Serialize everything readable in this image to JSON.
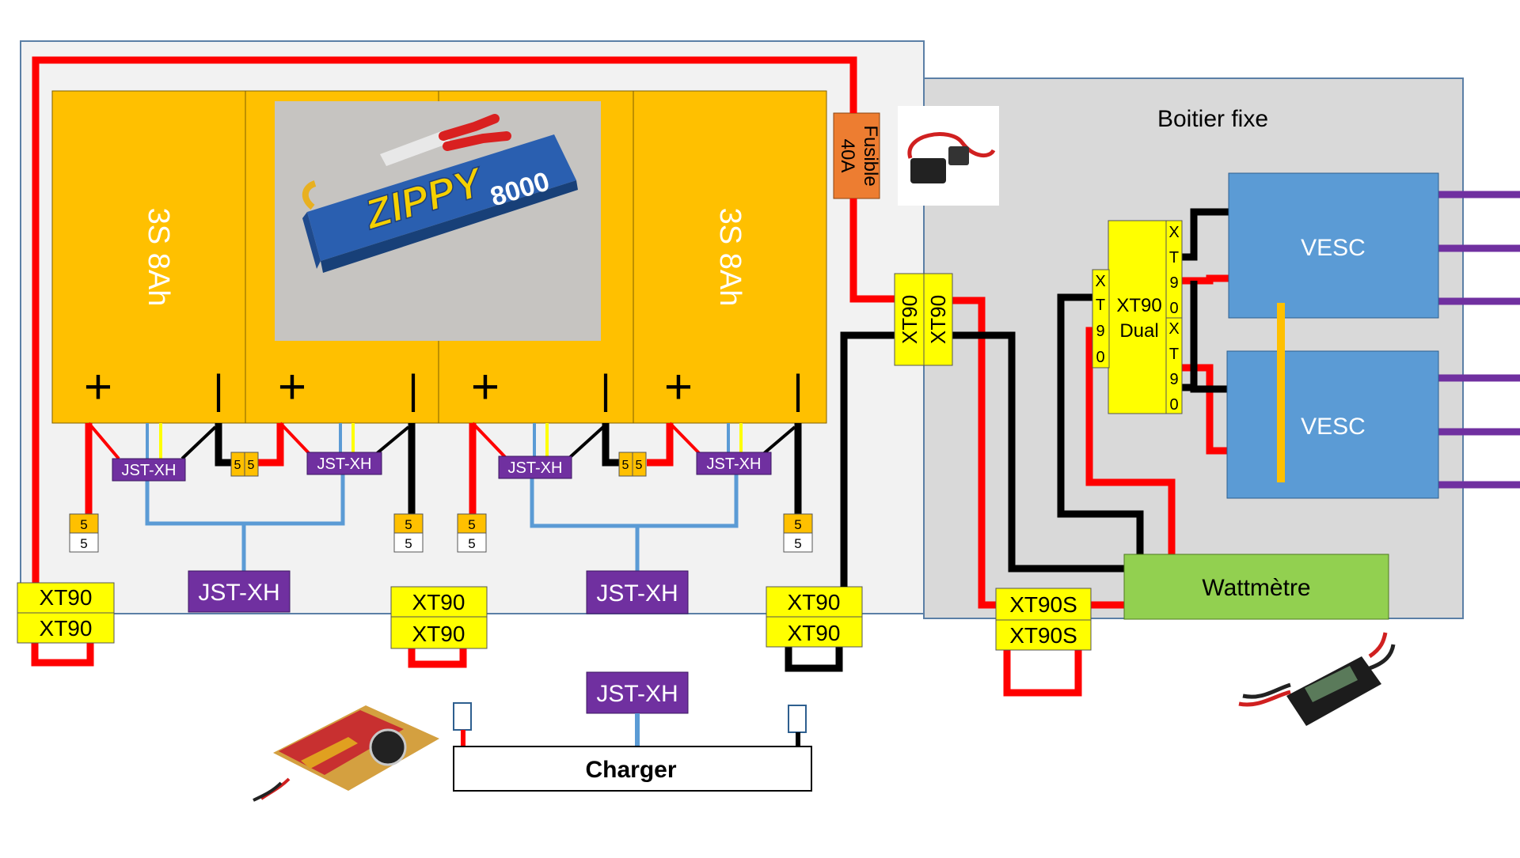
{
  "colors": {
    "battery": "#ffc000",
    "wire_pos": "#ff0000",
    "wire_neg": "#000000",
    "wire_balance": "#5b9bd5",
    "jst": "#7030a0",
    "connector": "#ffff00",
    "vesc": "#5b9bd5",
    "wattmeter": "#92d050",
    "fuse": "#ed7d31",
    "motor_phase": "#7030a0",
    "pack_box": "#f2f2f2",
    "fixed_box": "#d9d9d9"
  },
  "batteries": [
    {
      "label": "3S 8Ah",
      "plus": "+",
      "minus": "|"
    },
    {
      "label": "",
      "plus": "+",
      "minus": "|"
    },
    {
      "label": "",
      "plus": "+",
      "minus": "|"
    },
    {
      "label": "3S 8Ah",
      "plus": "+",
      "minus": "|"
    }
  ],
  "photo_battery": {
    "brand": "ZIPPY",
    "capacity": "8000"
  },
  "fuse": {
    "line1": "Fusible",
    "line2": "40A"
  },
  "fixed_box": {
    "title": "Boitier fixe"
  },
  "vesc": [
    "VESC",
    "VESC"
  ],
  "wattmeter": "Wattmètre",
  "dual": {
    "line1": "XT90",
    "line2": "Dual"
  },
  "xt90_vertical": [
    "X",
    "T",
    "9",
    "0"
  ],
  "xt90_side": "XT90",
  "xt90": "XT90",
  "xt90s": "XT90S",
  "jst": "JST-XH",
  "five": "5",
  "charger": "Charger"
}
